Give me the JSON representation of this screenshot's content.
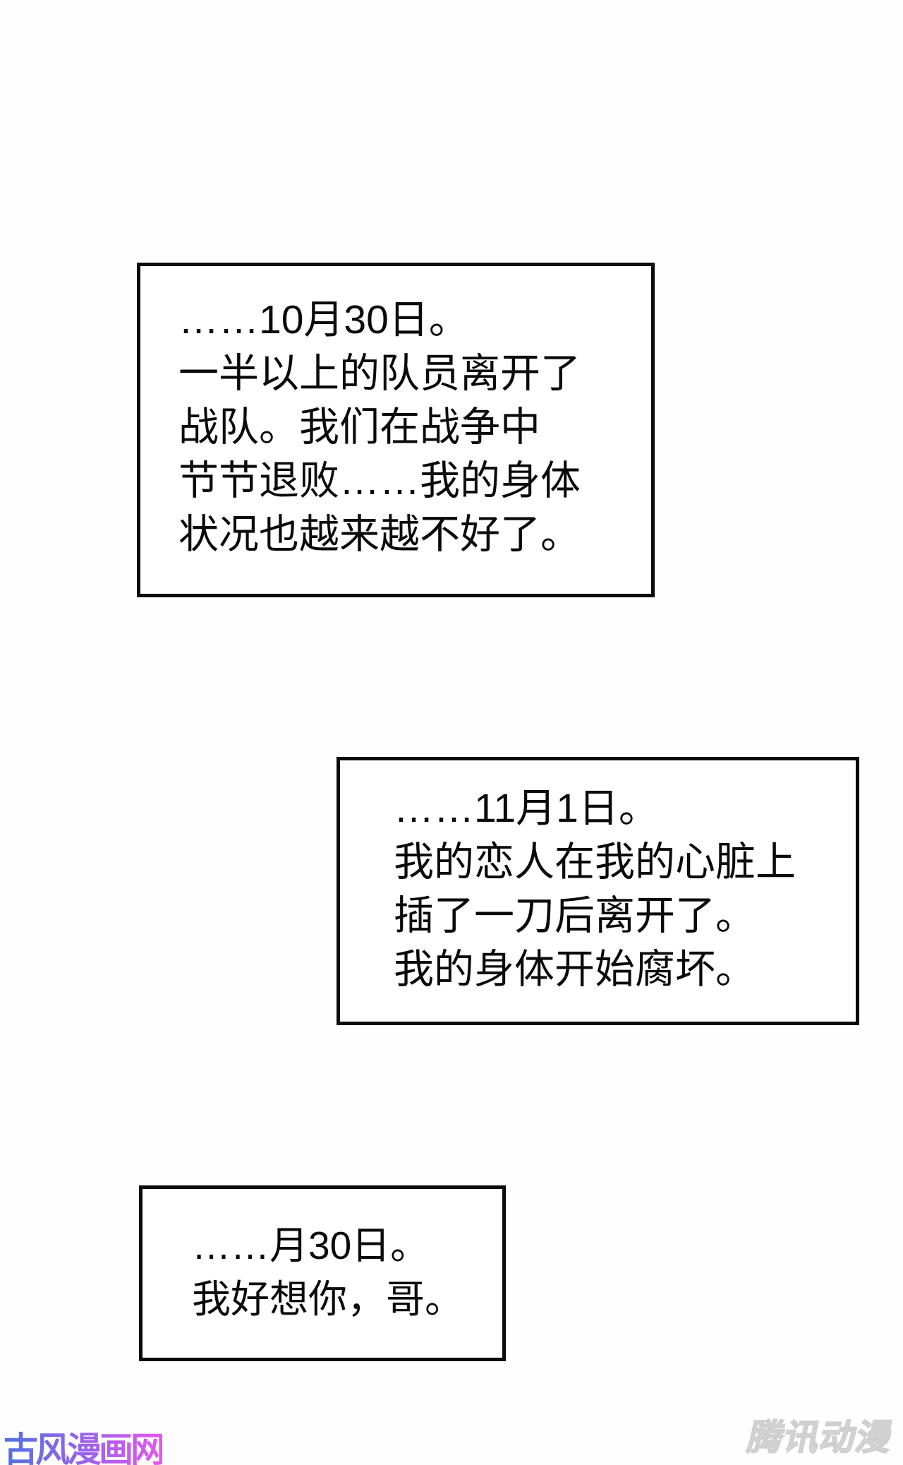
{
  "page": {
    "type": "comic-page",
    "background": "#fefefe",
    "ink": "#0a0a0a",
    "border_color": "#0b0b0b"
  },
  "panels": [
    {
      "name": "diary-entry-1",
      "lines": [
        "……10月30日。",
        "一半以上的队员离开了",
        "战队。我们在战争中",
        "节节退败……我的身体",
        "状况也越来越不好了。"
      ]
    },
    {
      "name": "diary-entry-2",
      "lines": [
        "……11月1日。",
        "我的恋人在我的心脏上",
        "插了一刀后离开了。",
        "我的身体开始腐坏。"
      ]
    },
    {
      "name": "diary-entry-3",
      "lines": [
        "……月30日。",
        "我好想你，哥。"
      ]
    }
  ],
  "watermarks": {
    "site": {
      "text": "古风漫画网",
      "gradient_start": "#4f72e0",
      "gradient_end": "#e655f2"
    },
    "publisher": {
      "text": "腾讯动漫",
      "fill": "#ffffff",
      "outline": "#c9c9c9"
    }
  }
}
